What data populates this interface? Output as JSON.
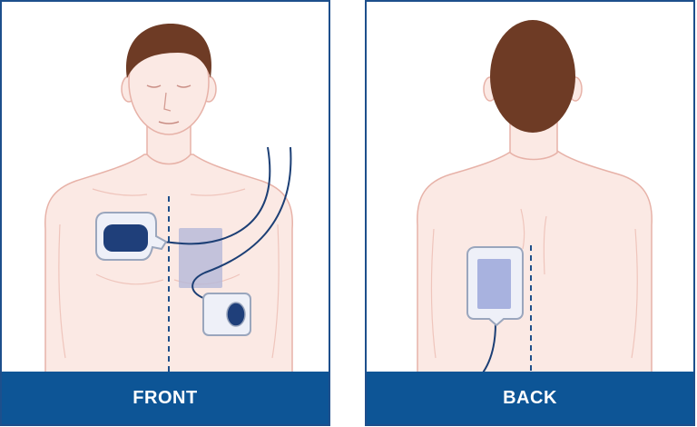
{
  "panels": {
    "front": {
      "label": "FRONT"
    },
    "back": {
      "label": "BACK"
    }
  },
  "colors": {
    "skin": "#fbe9e4",
    "skin_outline": "#e7b2a8",
    "hair": "#6e3b25",
    "pad_border": "#9aa6bd",
    "pad_fill": "#eef0f8",
    "pad_inner": "#1f3f7a",
    "pad_translucent": "#b5b8d8",
    "cable": "#1c3f75",
    "label_bar": "#0d5596",
    "frame": "#1d4f8c"
  },
  "icons": [
    "defibrillator-pad-front",
    "defibrillator-pad-side",
    "defibrillator-pad-back",
    "electrode-cable"
  ]
}
